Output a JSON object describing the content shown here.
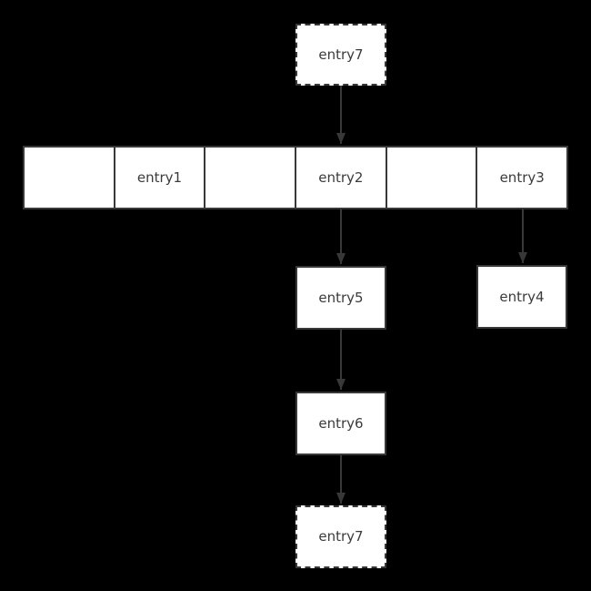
{
  "diagram": {
    "type": "node-link-diagram",
    "colors": {
      "background": "#000000",
      "node_fill": "#ffffff",
      "stroke": "#383838",
      "text": "#3b3b3b"
    },
    "nodes": {
      "entry7_top": {
        "label": "entry7",
        "style": "dashed"
      },
      "entry5": {
        "label": "entry5",
        "style": "solid"
      },
      "entry4": {
        "label": "entry4",
        "style": "solid"
      },
      "entry6": {
        "label": "entry6",
        "style": "solid"
      },
      "entry7_bottom": {
        "label": "entry7",
        "style": "dashed"
      }
    },
    "row": {
      "cells": [
        {
          "label": ""
        },
        {
          "label": "entry1"
        },
        {
          "label": ""
        },
        {
          "label": "entry2"
        },
        {
          "label": ""
        },
        {
          "label": "entry3"
        }
      ]
    },
    "edges": [
      {
        "from": "entry7_top",
        "to": "row_cell_entry2"
      },
      {
        "from": "row_cell_entry2",
        "to": "entry5"
      },
      {
        "from": "row_cell_entry3",
        "to": "entry4"
      },
      {
        "from": "entry5",
        "to": "entry6"
      },
      {
        "from": "entry6",
        "to": "entry7_bottom"
      }
    ]
  }
}
